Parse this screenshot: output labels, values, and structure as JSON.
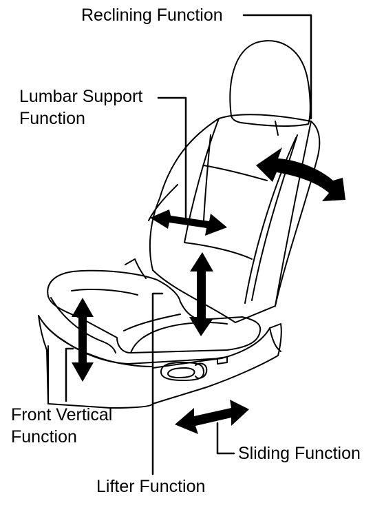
{
  "labels": {
    "reclining": "Reclining Function",
    "lumbar_line1": "Lumbar Support",
    "lumbar_line2": "Function",
    "front_vertical_line1": "Front Vertical",
    "front_vertical_line2": "Function",
    "sliding": "Sliding Function",
    "lifter": "Lifter Function"
  },
  "colors": {
    "line": "#000000",
    "background": "#ffffff"
  }
}
